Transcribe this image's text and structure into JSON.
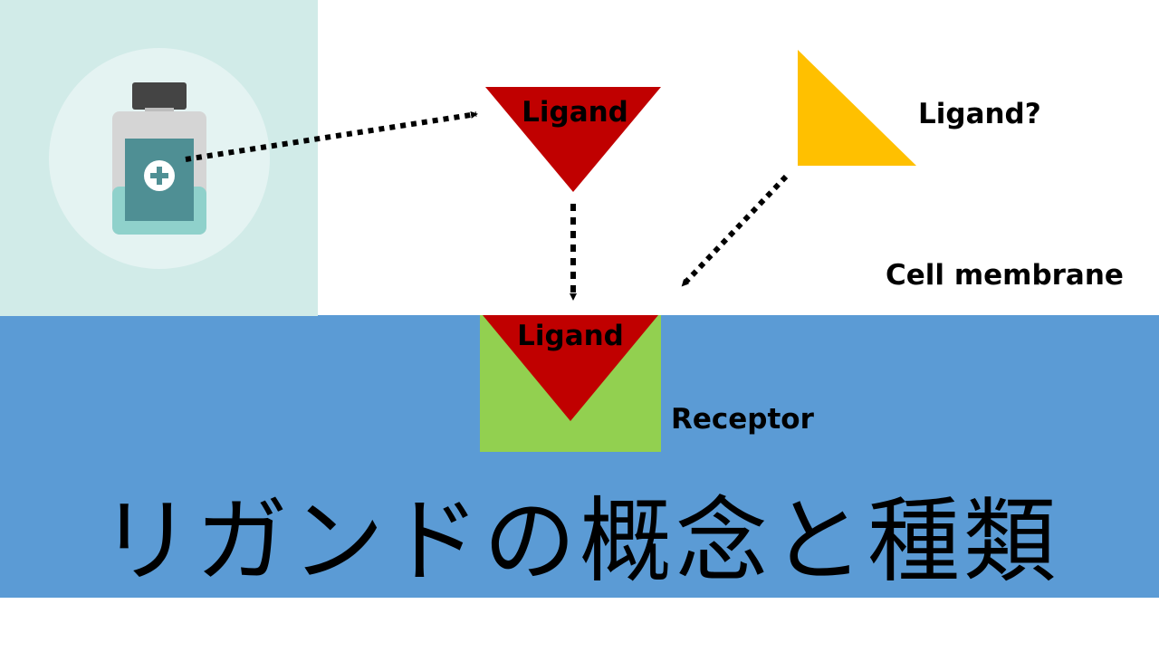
{
  "labels": {
    "ligand_top": "Ligand",
    "ligand_bound": "Ligand",
    "ligand_unknown": "Ligand?",
    "cell_membrane": "Cell membrane",
    "receptor": "Receptor"
  },
  "title": "リガンドの概念と種類",
  "colors": {
    "cell_interior": "#5b9bd5",
    "ligand": "#c00000",
    "unknown_ligand": "#ffc000",
    "receptor": "#92d050",
    "icon_panel": "#d1ebe8",
    "icon_circle": "#e4f3f2",
    "bottle_body": "#d5d5d5",
    "bottle_cap": "#444444",
    "bottle_label": "#4f8f94",
    "bottle_liquid": "#8fd1cb"
  },
  "icons": {
    "medicine": "medicine-bottle-icon",
    "plus": "plus-cross-icon"
  }
}
